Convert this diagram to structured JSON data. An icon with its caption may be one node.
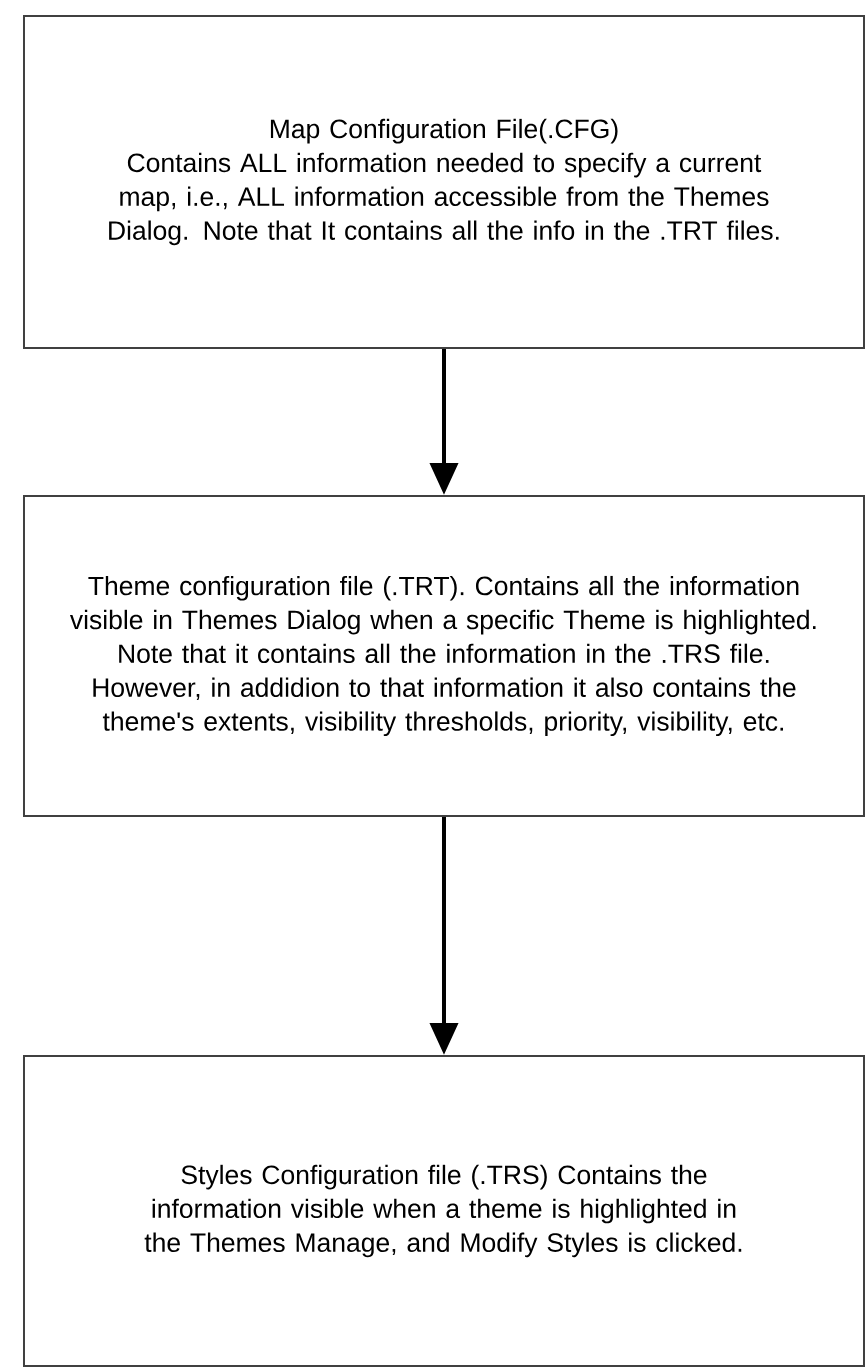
{
  "diagram": {
    "nodes": [
      {
        "text": [
          "Map Configuration File(.CFG)",
          "Contains ALL information needed to specify a current map, i.e., ALL information accessible from the Themes Dialog. Note that It contains all the info in the .TRT files."
        ]
      },
      {
        "text": [
          "Theme configuration file (.TRT). Contains all the information visible in Themes Dialog when a specific Theme is highlighted. Note that it contains all the information in the .TRS file.  However, in addidion to that information it also contains the theme's extents, visibility thresholds, priority, visibility,  etc."
        ]
      },
      {
        "text": [
          "Styles Configuration file (.TRS) Contains the information visible when  a theme is highlighted in the Themes Manage, and Modify Styles is clicked."
        ]
      }
    ],
    "edges": [
      {
        "from": 0,
        "to": 1,
        "arrow": "to"
      },
      {
        "from": 1,
        "to": 2,
        "arrow": "to"
      }
    ]
  }
}
